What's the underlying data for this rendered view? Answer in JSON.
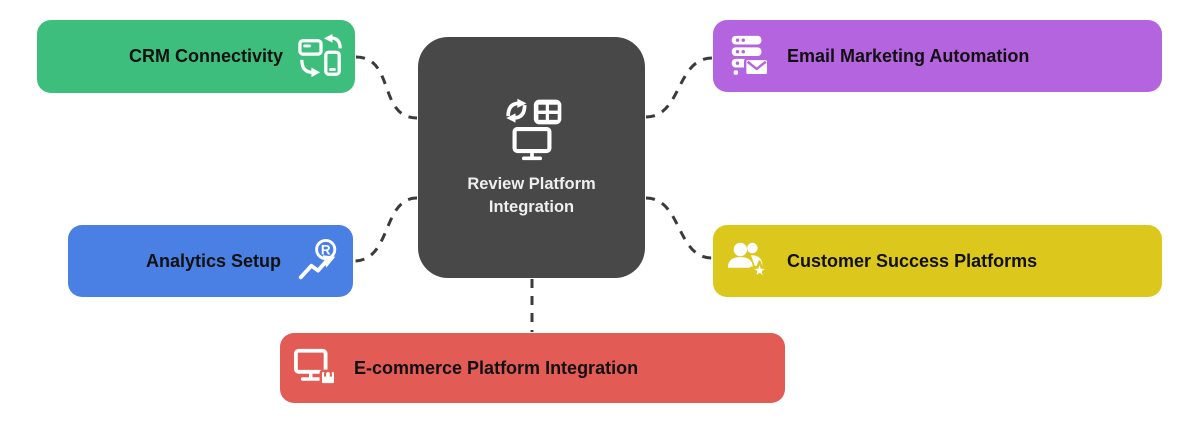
{
  "diagram": {
    "type": "mindmap",
    "background": "#ffffff",
    "connector": {
      "color": "#3b3b3b",
      "style": "dashed"
    },
    "center": {
      "label": "Review Platform Integration",
      "label_lines": [
        "Review Platform",
        "Integration"
      ],
      "bg": "#484848",
      "text_color": "#efefef",
      "icon": "monitor-sync-table-icon"
    },
    "nodes": [
      {
        "label": "CRM Connectivity",
        "bg": "#3ebe7c",
        "text_color": "#111111",
        "icon": "device-sync-icon",
        "position": "top-left",
        "icon_side": "right"
      },
      {
        "label": "Email Marketing Automation",
        "bg": "#b564df",
        "text_color": "#111111",
        "icon": "server-mail-icon",
        "position": "top-right",
        "icon_side": "left"
      },
      {
        "label": "Analytics Setup",
        "bg": "#4a80e4",
        "text_color": "#111111",
        "icon": "registered-trend-icon",
        "position": "middle-left",
        "icon_side": "right"
      },
      {
        "label": "Customer Success Platforms",
        "bg": "#dcc81c",
        "text_color": "#111111",
        "icon": "people-star-icon",
        "position": "middle-right",
        "icon_side": "left"
      },
      {
        "label": "E-commerce Platform Integration",
        "bg": "#e25b55",
        "text_color": "#111111",
        "icon": "monitor-bag-icon",
        "position": "bottom",
        "icon_side": "left"
      }
    ]
  }
}
